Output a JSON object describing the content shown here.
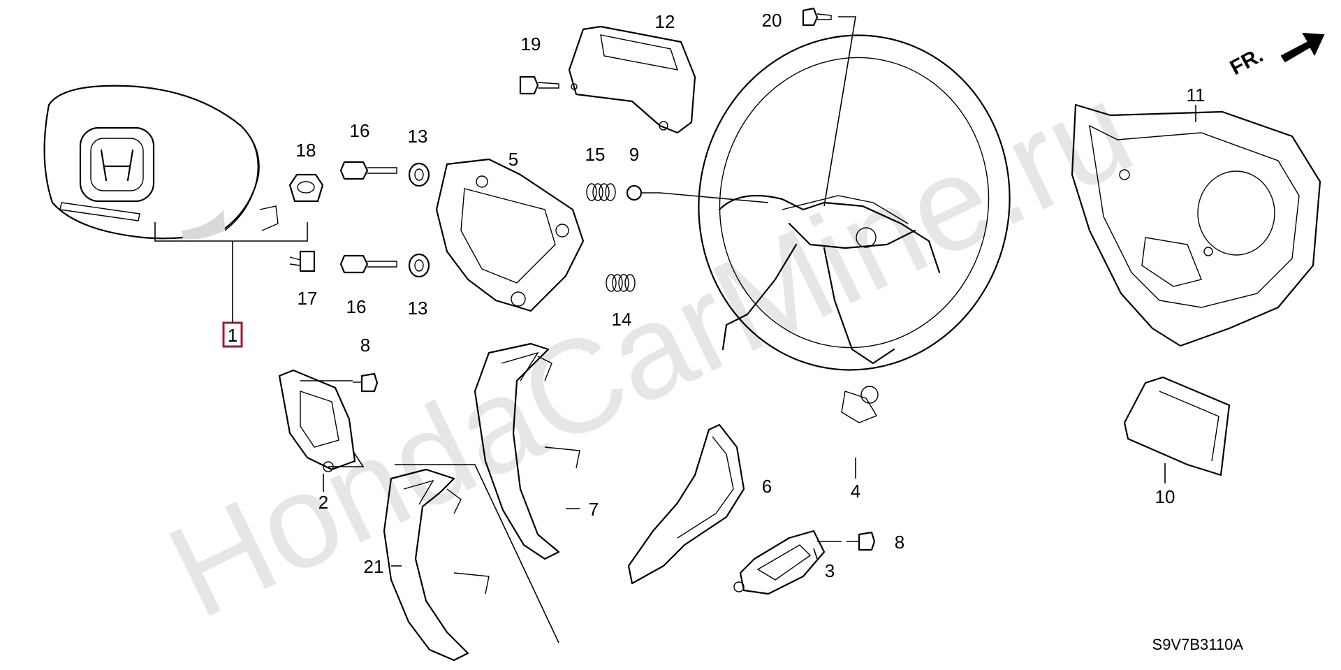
{
  "diagram": {
    "drawing_code": "S9V7B3110A",
    "watermark": "HondaCarMine.ru",
    "direction_label": "FR.",
    "callouts": {
      "p1": "1",
      "p2": "2",
      "p3": "3",
      "p4": "4",
      "p5": "5",
      "p6": "6",
      "p7": "7",
      "p8a": "8",
      "p8b": "8",
      "p9": "9",
      "p10": "10",
      "p11": "11",
      "p12": "12",
      "p13a": "13",
      "p13b": "13",
      "p14": "14",
      "p15": "15",
      "p16a": "16",
      "p16b": "16",
      "p17": "17",
      "p18": "18",
      "p19": "19",
      "p20": "20",
      "p21": "21"
    },
    "colors": {
      "line": "#000000",
      "highlight_box": "#9e1b32",
      "watermark": "#e6e6e6"
    }
  }
}
